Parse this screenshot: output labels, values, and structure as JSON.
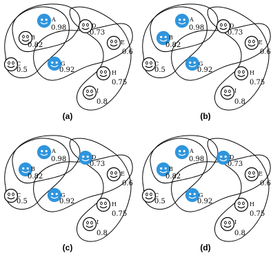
{
  "nodes": {
    "A": {
      "letter": "A",
      "value": "0.98"
    },
    "B": {
      "letter": "B",
      "value": "0.82"
    },
    "C": {
      "letter": "C",
      "value": "0.5"
    },
    "D": {
      "letter": "D",
      "value": "0.73"
    },
    "E": {
      "letter": "E",
      "value": "0.6"
    },
    "G": {
      "letter": "G",
      "value": "0.92"
    },
    "H": {
      "letter": "H",
      "value": "0.75"
    },
    "I": {
      "letter": "I",
      "value": "0.8"
    }
  },
  "panels": [
    {
      "label": "(a)",
      "highlighted": [
        "A",
        "G"
      ]
    },
    {
      "label": "(b)",
      "highlighted": [
        "A",
        "B",
        "G"
      ]
    },
    {
      "label": "(c)",
      "highlighted": [
        "A",
        "B",
        "D",
        "G"
      ]
    },
    {
      "label": "(d)",
      "highlighted": [
        "A",
        "B",
        "D",
        "G"
      ]
    }
  ],
  "colors": {
    "highlight": "#2f95dd",
    "outline": "#000000",
    "face_plain": "#ffffff"
  },
  "icons": {
    "face": "smiley-face-icon"
  }
}
